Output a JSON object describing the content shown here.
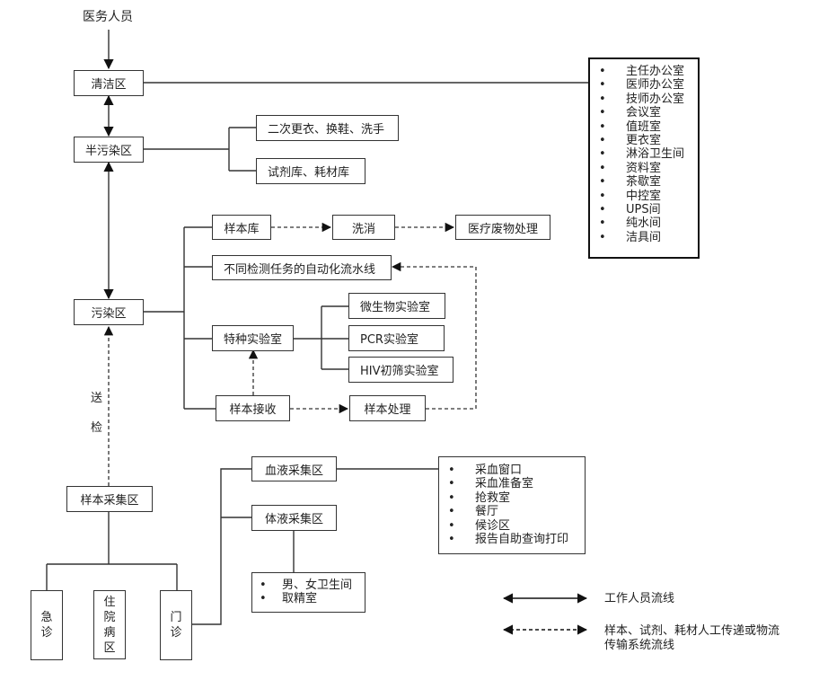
{
  "title": "医务人员",
  "zones": {
    "clean": "清洁区",
    "semi_contaminated": "半污染区",
    "contaminated": "污染区",
    "sample_collection": "样本采集区"
  },
  "clean_rooms": [
    "主任办公室",
    "医师办公室",
    "技师办公室",
    "会议室",
    "值班室",
    "更衣室",
    "淋浴卫生间",
    "资料室",
    "茶歇室",
    "中控室",
    "UPS间",
    "纯水间",
    "洁具间"
  ],
  "semi_rooms": {
    "changing": "二次更衣、换鞋、洗手",
    "storage": "试剂库、耗材库"
  },
  "contaminated_rooms": {
    "sample_store": "样本库",
    "disinfection": "洗消",
    "medical_waste": "医疗废物处理",
    "pipeline": "不同检测任务的自动化流水线",
    "special_lab": "特种实验室",
    "micro_lab": "微生物实验室",
    "pcr_lab": "PCR实验室",
    "hiv_lab": "HIV初筛实验室",
    "sample_receive": "样本接收",
    "sample_process": "样本处理"
  },
  "send_label": [
    "送",
    "检"
  ],
  "sources": {
    "emergency": [
      "急",
      "诊"
    ],
    "inpatient": [
      "住",
      "院",
      "病",
      "区"
    ],
    "outpatient": [
      "门",
      "诊"
    ]
  },
  "collection": {
    "blood": "血液采集区",
    "body_fluid": "体液采集区",
    "blood_rooms": [
      "采血窗口",
      "采血准备室",
      "抢救室",
      "餐厅",
      "候诊区",
      "报告自助查询打印"
    ],
    "fluid_rooms": [
      "男、女卫生间",
      "取精室"
    ]
  },
  "legend": {
    "solid": "工作人员流线",
    "dashed_line1": "样本、试剂、耗材人工传递或物流",
    "dashed_line2": "传输系统流线"
  },
  "bullet": "•"
}
